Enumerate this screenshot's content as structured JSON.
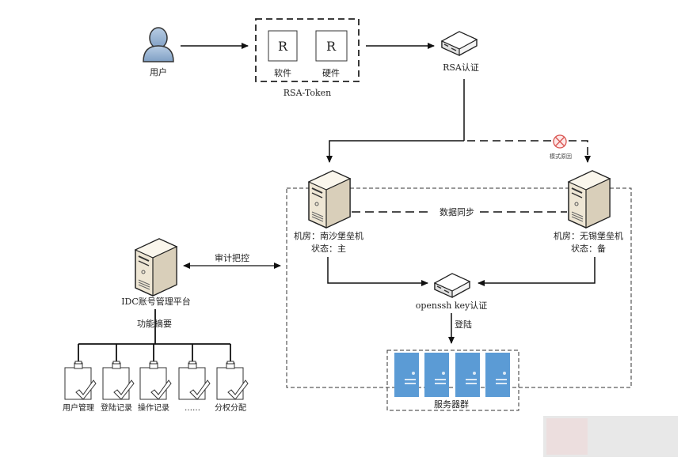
{
  "diagram": {
    "user": {
      "label": "用户",
      "icon": "user-icon"
    },
    "rsa_token": {
      "group_label": "RSA-Token",
      "software": {
        "glyph": "R",
        "label": "软件"
      },
      "hardware": {
        "glyph": "R",
        "label": "硬件"
      }
    },
    "rsa_auth": {
      "label": "RSA认证",
      "icon": "auth-device-icon"
    },
    "failover_note": {
      "label": "模式原因",
      "icon": "blocked-icon",
      "color": "#d9534f"
    },
    "primary_bastion": {
      "line1": "机房：南沙堡垒机",
      "line2": "状态：主"
    },
    "backup_bastion": {
      "line1": "机房：无锡堡垒机",
      "line2": "状态：备"
    },
    "sync_label": "数据同步",
    "openssh": {
      "label": "openssh key认证"
    },
    "login_label": "登陆",
    "server_cluster": {
      "label": "服务器群",
      "count": 4,
      "color": "#5b9bd5"
    },
    "idc_platform": {
      "label": "IDC账号管理平台"
    },
    "audit_label": "审计把控",
    "features_label": "功能摘要",
    "features": [
      {
        "label": "用户管理"
      },
      {
        "label": "登陆记录"
      },
      {
        "label": "操作记录"
      },
      {
        "label": "……"
      },
      {
        "label": "分权分配"
      }
    ]
  }
}
